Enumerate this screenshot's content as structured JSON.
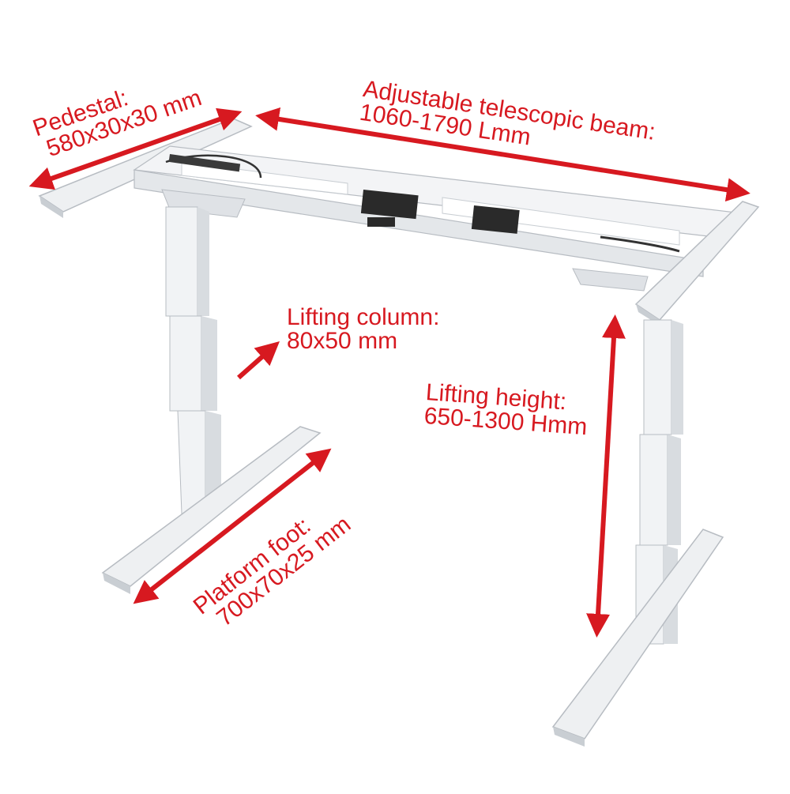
{
  "colors": {
    "annotation": "#d71920",
    "frame": "#eef0f2",
    "frame_shadow": "#c9ced3",
    "frame_edge": "#b7bcc2",
    "motor": "#2a2a2a",
    "background": "#ffffff"
  },
  "annotations": {
    "pedestal": {
      "title": "Pedestal:",
      "value": "580x30x30 mm"
    },
    "beam": {
      "title": "Adjustable telescopic beam:",
      "value": "1060-1790 Lmm"
    },
    "column": {
      "title": "Lifting column:",
      "value": "80x50 mm"
    },
    "height": {
      "title": "Lifting height:",
      "value": "650-1300 Hmm"
    },
    "foot": {
      "title": "Platform foot:",
      "value": "700x70x25 mm"
    }
  }
}
